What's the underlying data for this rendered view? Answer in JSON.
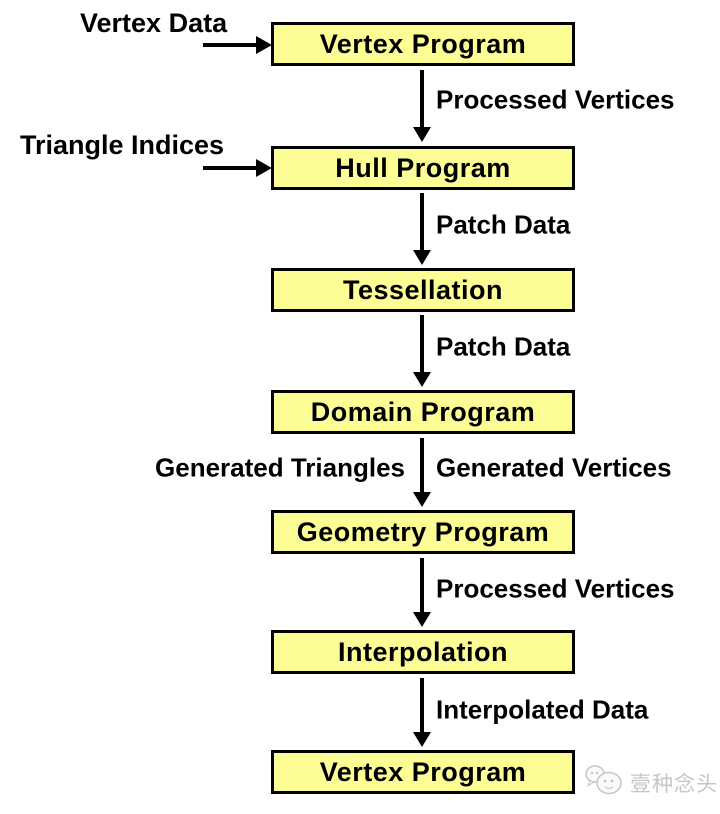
{
  "diagram": {
    "colors": {
      "node_fill": "#FDFD96",
      "node_border": "#000000",
      "arrow": "#000000",
      "text": "#000000",
      "watermark_gray": "#C6C6C6"
    },
    "nodes": [
      {
        "label": "Vertex Program"
      },
      {
        "label": "Hull Program"
      },
      {
        "label": "Tessellation"
      },
      {
        "label": "Domain Program"
      },
      {
        "label": "Geometry Program"
      },
      {
        "label": "Interpolation"
      },
      {
        "label": "Vertex Program"
      }
    ],
    "flow_labels": [
      {
        "label": "Processed Vertices"
      },
      {
        "label": "Patch Data"
      },
      {
        "label": "Patch Data"
      },
      {
        "left_label": "Generated Triangles",
        "label": "Generated Vertices"
      },
      {
        "label": "Processed Vertices"
      },
      {
        "label": "Interpolated Data"
      }
    ],
    "inputs": [
      {
        "label": "Vertex Data"
      },
      {
        "label": "Triangle Indices"
      }
    ]
  },
  "watermark": {
    "text": "壹种念头",
    "icon": "chat-bubbles-logo"
  }
}
